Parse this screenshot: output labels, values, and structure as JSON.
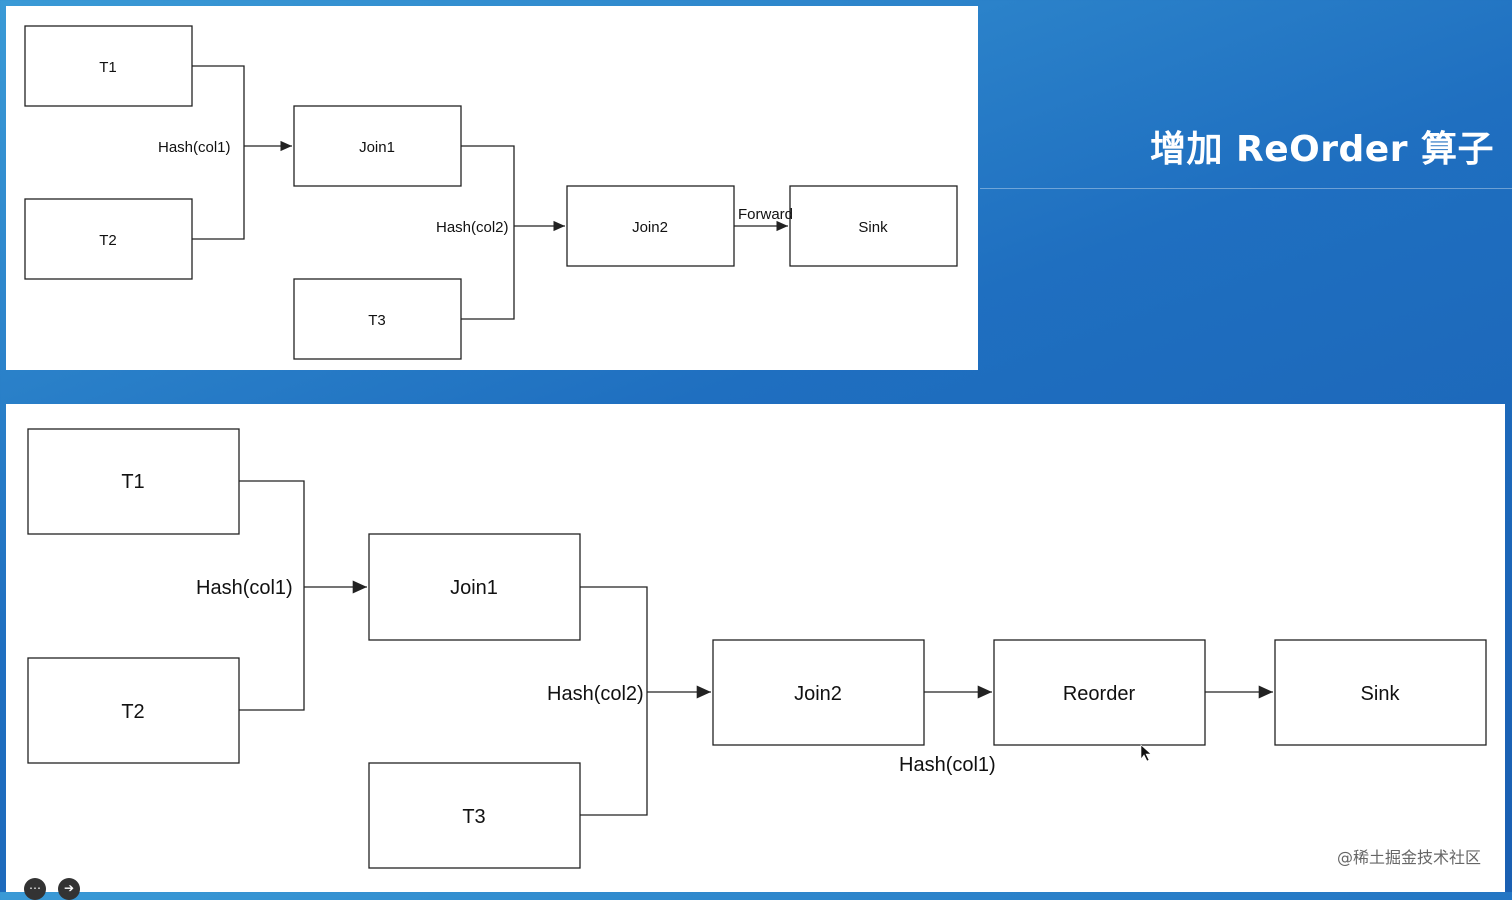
{
  "slide_title": "增加 ReOrder 算子",
  "credit": "@稀土掘金技术社区",
  "top_diagram": {
    "t1": "T1",
    "t2": "T2",
    "t3": "T3",
    "join1": "Join1",
    "join2": "Join2",
    "sink": "Sink",
    "edge_hash_col1": "Hash(col1)",
    "edge_hash_col2": "Hash(col2)",
    "edge_forward": "Forward"
  },
  "bottom_diagram": {
    "t1": "T1",
    "t2": "T2",
    "t3": "T3",
    "join1": "Join1",
    "join2": "Join2",
    "reorder": "Reorder",
    "sink": "Sink",
    "edge_hash_col1": "Hash(col1)",
    "edge_hash_col2": "Hash(col2)",
    "edge_hash_col1_reorder": "Hash(col1)"
  },
  "icons": {
    "more": "more-icon",
    "next": "arrow-right-icon"
  }
}
